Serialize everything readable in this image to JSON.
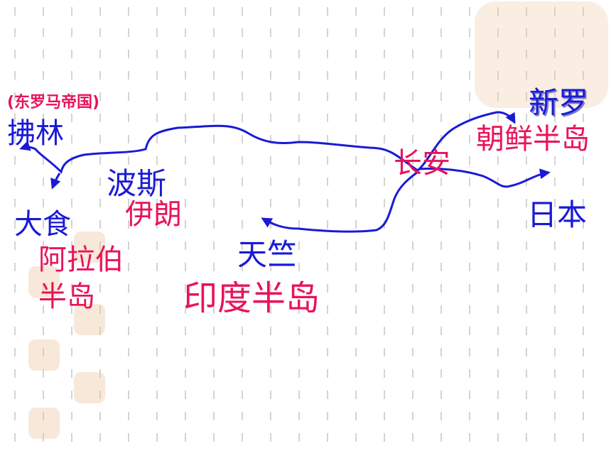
{
  "colors": {
    "route": "#1a1ad6",
    "label_blue": "#1a1ad6",
    "label_red": "#e8135a",
    "grid_mark": "#d4d4d4",
    "seal": "#ecbe96"
  },
  "labels": {
    "byzantine_note": "(东罗马帝国)",
    "fulin": "拂林",
    "dashi": "大食",
    "arabia": "阿拉伯",
    "arabia_peninsula": "半岛",
    "bosi": "波斯",
    "iran": "伊朗",
    "tianzhu": "天竺",
    "india": "印度半岛",
    "changan": "长安",
    "xinluo": "新罗",
    "korea": "朝鲜半岛",
    "japan": "日本"
  },
  "decorations": {
    "seal_icon": "auspicious-seal-stamp"
  }
}
